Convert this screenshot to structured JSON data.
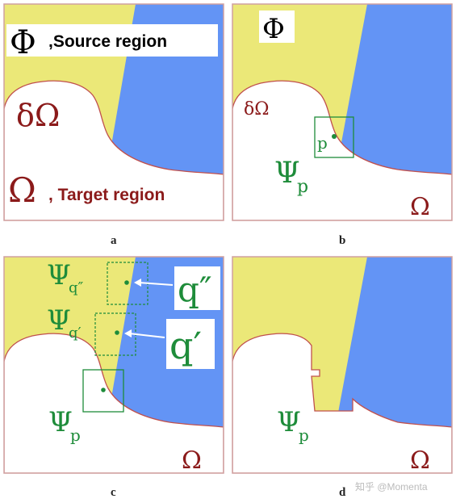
{
  "colors": {
    "source": "#ebe878",
    "blue": "#6394f5",
    "target": "#ffffff",
    "boundary": "#c0504d",
    "frame": "#d0a0a0",
    "dark_red": "#8b1a1a",
    "green": "#1e8c3a",
    "callout_bg": "#ffffff"
  },
  "panels": {
    "a": {
      "caption": "a",
      "phi": "Φ",
      "source_label": ",Source region",
      "delta_omega": "δΩ",
      "omega": "Ω",
      "target_label": ", Target region"
    },
    "b": {
      "caption": "b",
      "phi": "Φ",
      "delta_omega": "δΩ",
      "p": "p",
      "psi": "Ψ",
      "psi_sub": "p",
      "omega": "Ω"
    },
    "c": {
      "caption": "c",
      "psi": "Ψ",
      "sub_q2": "q″",
      "sub_q1": "q′",
      "sub_p": "p",
      "callout_q2": "q″",
      "callout_q1": "q′",
      "omega": "Ω"
    },
    "d": {
      "caption": "d",
      "psi": "Ψ",
      "psi_sub": "p",
      "omega": "Ω"
    }
  },
  "watermark": "知乎 @Momenta"
}
